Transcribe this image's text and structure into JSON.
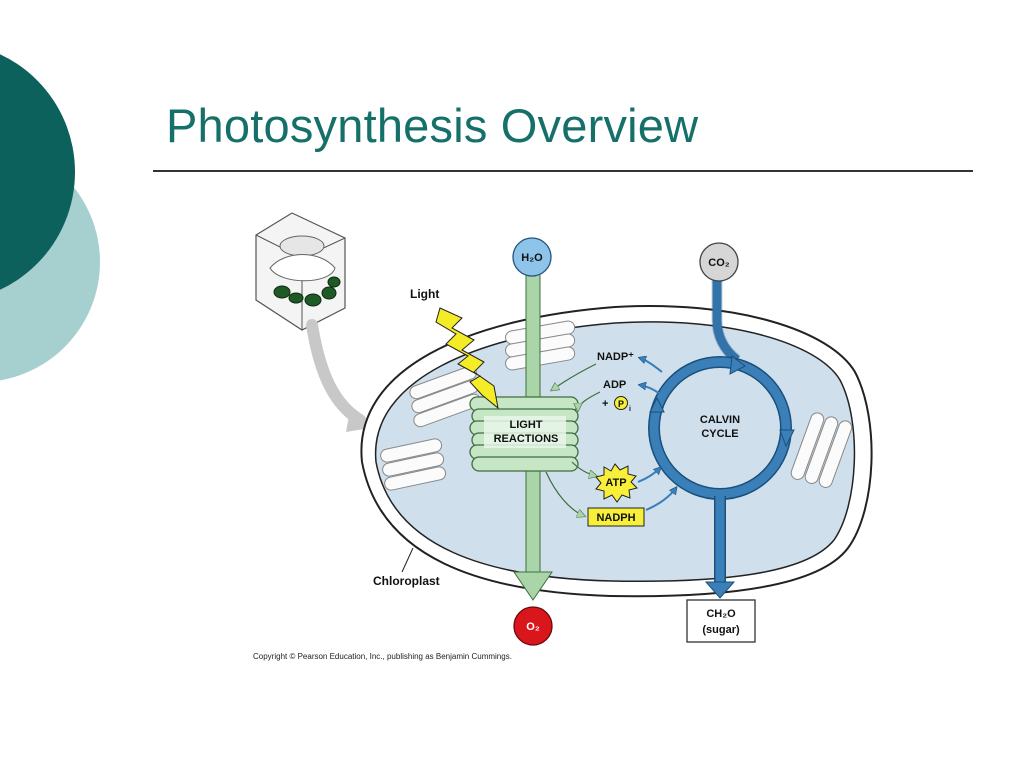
{
  "slide": {
    "title": "Photosynthesis Overview",
    "colors": {
      "title": "#16706a",
      "deco_dark": "#0d615d",
      "deco_light": "#a6d0cf"
    }
  },
  "diagram": {
    "inputs": {
      "water": "H₂O",
      "carbon_dioxide": "CO₂",
      "light": "Light"
    },
    "light_reactions": {
      "line1": "LIGHT",
      "line2": "REACTIONS"
    },
    "calvin_cycle": {
      "line1": "CALVIN",
      "line2": "CYCLE"
    },
    "carriers": {
      "nadp": "NADP⁺",
      "adp": "ADP",
      "pi_prefix": "+",
      "pi_symbol": "P",
      "pi_sub": "i",
      "atp": "ATP",
      "nadph": "NADPH"
    },
    "outputs": {
      "oxygen": "O₂",
      "sugar_line1": "CH₂O",
      "sugar_line2": "(sugar)"
    },
    "chloroplast_label": "Chloroplast",
    "colors": {
      "stroma": "#cfe0ec",
      "cycle_blue": "#3a7fb8",
      "thylakoid_green": "#c6e6c6",
      "arrow_green": "#a9d5a9",
      "atp_yellow": "#f7ef3a",
      "oxygen_red": "#d9161c",
      "co2_gray": "#d6d6d6"
    }
  },
  "footer": {
    "copyright": "Copyright © Pearson Education, Inc., publishing as Benjamin Cummings."
  }
}
